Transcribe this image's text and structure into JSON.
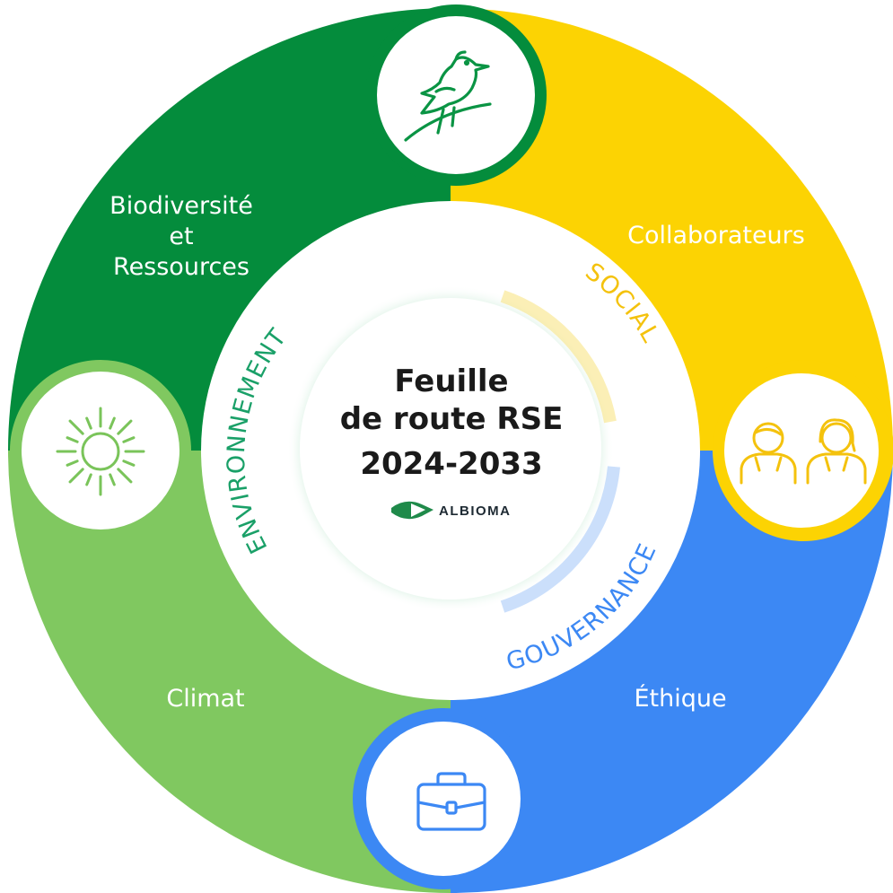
{
  "center": {
    "title_lines": [
      "Feuille",
      "de route RSE",
      "2024-2033"
    ],
    "logo_text": "ALBIOMA"
  },
  "segments": {
    "biodiversity": {
      "label_lines": [
        "Biodiversité",
        "et",
        "Ressources"
      ],
      "icon": "bird-icon",
      "color": "#048c3c"
    },
    "collaborators": {
      "label": "Collaborateurs",
      "icon": "people-icon",
      "color": "#fcd303"
    },
    "ethics": {
      "label": "Éthique",
      "icon": "briefcase-icon",
      "color": "#3c88f4"
    },
    "climate": {
      "label": "Climat",
      "icon": "sun-icon",
      "color": "#80c860"
    }
  },
  "pillars": {
    "environment": {
      "label": "ENVIRONNEMENT",
      "color": "#1aa068"
    },
    "social": {
      "label": "SOCIAL",
      "color": "#f4c20d"
    },
    "governance": {
      "label": "GOUVERNANCE",
      "color": "#3c88f4"
    }
  }
}
